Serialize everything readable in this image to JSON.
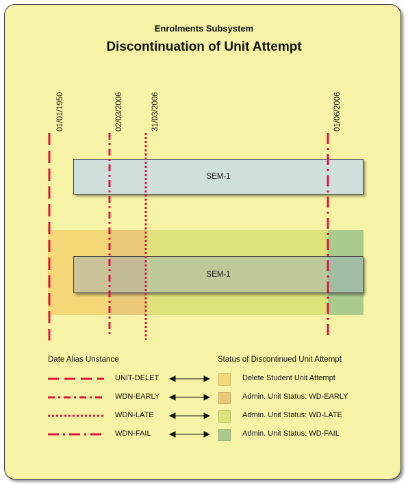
{
  "header": {
    "subtitle": "Enrolments Subsystem",
    "title": "Discontinuation of Unit Attempt"
  },
  "dates": [
    {
      "label": "01/01/1950",
      "alias": "UNIT-DELET"
    },
    {
      "label": "02/03/2006",
      "alias": "WDN-EARLY"
    },
    {
      "label": "31/03/2006",
      "alias": "WDN-LATE"
    },
    {
      "label": "01/06/2006",
      "alias": "WDN-FAIL"
    }
  ],
  "sem_boxes": [
    {
      "label": "SEM-1"
    },
    {
      "label": "SEM-1"
    }
  ],
  "legend": {
    "alias_heading": "Date Alias Unstance",
    "status_heading": "Status of Discontinued Unit Attempt",
    "rows": [
      {
        "alias": "UNIT-DELET",
        "status": "Delete Student Unit Attempt",
        "color": "#f4d878"
      },
      {
        "alias": "WDN-EARLY",
        "status": "Admin. Unit Status: WD-EARLY",
        "color": "#e9c878"
      },
      {
        "alias": "WDN-LATE",
        "status": "Admin. Unit Status: WD-LATE",
        "color": "#dde27a"
      },
      {
        "alias": "WDN-FAIL",
        "status": "Admin. Unit Status: WD-FAIL",
        "color": "#a9cc8c"
      }
    ]
  },
  "colors": {
    "background": "#f7f3a6",
    "line_red": "#e0123f",
    "sem_top_fill": "#cfdfdc",
    "sem_bottom_fill": "#bcc5c1",
    "band_delete": "#f4d878",
    "band_early": "#e9c878",
    "band_late": "#dde27a",
    "band_fail": "#a9cc8c"
  },
  "icons": {
    "arrow": "double-arrow-icon"
  }
}
